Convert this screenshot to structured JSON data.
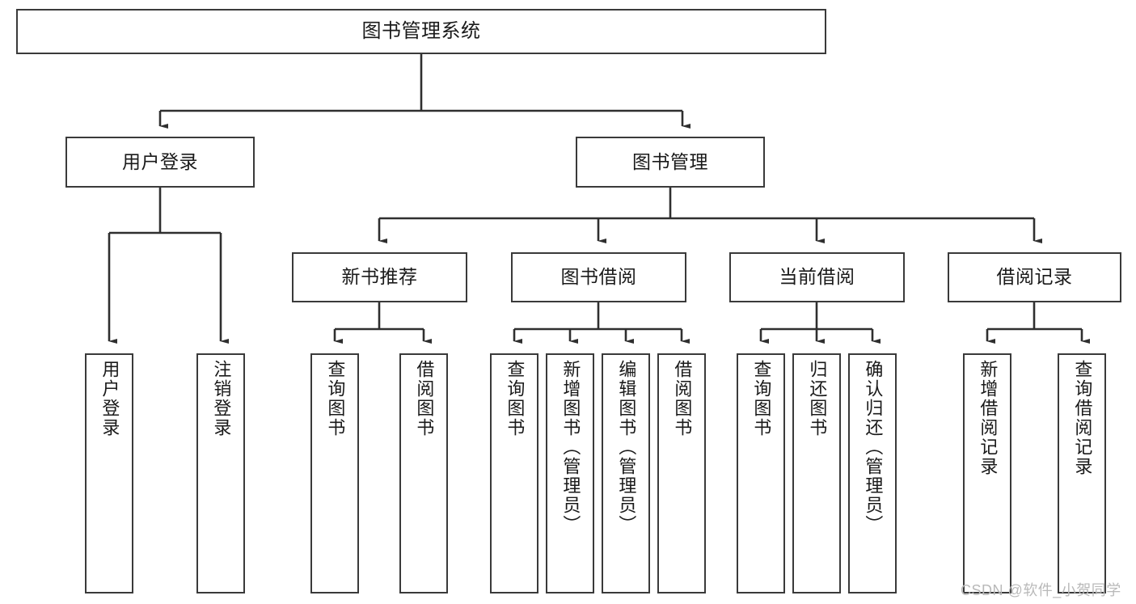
{
  "diagram": {
    "type": "tree-hierarchy-chart",
    "title": "图书管理系统",
    "orientation": "top-down",
    "colors": {
      "box_border": "#3a3a3a",
      "box_fill": "#ffffff",
      "connector": "#2f2f2f",
      "text": "#1a1a1a",
      "watermark": "#b9b9b9",
      "background": "#ffffff"
    }
  },
  "nodes": {
    "root": {
      "label": "图书管理系统"
    },
    "level2": [
      {
        "id": "user-login",
        "label": "用户登录"
      },
      {
        "id": "book-management",
        "label": "图书管理"
      }
    ],
    "level3": [
      {
        "id": "new-book-recommend",
        "label": "新书推荐"
      },
      {
        "id": "book-borrow",
        "label": "图书借阅"
      },
      {
        "id": "current-borrow",
        "label": "当前借阅"
      },
      {
        "id": "borrow-record",
        "label": "借阅记录"
      }
    ],
    "leaves": {
      "user-login": [
        {
          "id": "leaf-user-login",
          "label": "用户登录"
        },
        {
          "id": "leaf-logout-login",
          "label": "注销登录"
        }
      ],
      "new-book-recommend": [
        {
          "id": "leaf-query-book-1",
          "label": "查询图书"
        },
        {
          "id": "leaf-borrow-book-1",
          "label": "借阅图书"
        }
      ],
      "book-borrow": [
        {
          "id": "leaf-query-book-2",
          "label": "查询图书"
        },
        {
          "id": "leaf-add-book",
          "label": "新增图书（管理员）"
        },
        {
          "id": "leaf-edit-book",
          "label": "编辑图书（管理员）"
        },
        {
          "id": "leaf-borrow-book-2",
          "label": "借阅图书"
        }
      ],
      "current-borrow": [
        {
          "id": "leaf-query-book-3",
          "label": "查询图书"
        },
        {
          "id": "leaf-return-book",
          "label": "归还图书"
        },
        {
          "id": "leaf-confirm-return",
          "label": "确认归还（管理员）"
        }
      ],
      "borrow-record": [
        {
          "id": "leaf-add-record",
          "label": "新增借阅记录"
        },
        {
          "id": "leaf-query-record",
          "label": "查询借阅记录"
        }
      ]
    }
  },
  "watermark": {
    "text": "CSDN @软件_小贺同学"
  }
}
